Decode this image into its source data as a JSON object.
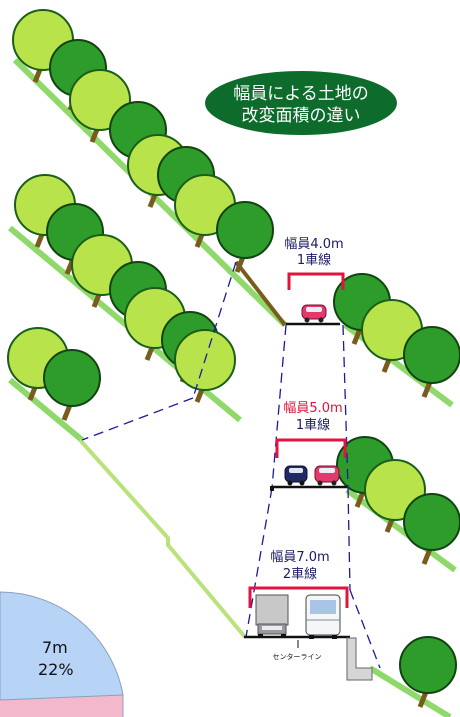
{
  "title": {
    "line1": "幅員による土地の",
    "line2": "改変面積の違い"
  },
  "roads": [
    {
      "width_label": "幅員4.0m",
      "lanes_label": "1車線",
      "label_color": "#1a1a66"
    },
    {
      "width_label": "幅員5.0m",
      "lanes_label": "1車線",
      "label_color": "#e0143c"
    },
    {
      "width_label": "幅員7.0m",
      "lanes_label": "2車線",
      "label_color": "#1a1a66"
    }
  ],
  "center_line_label": "センターライン",
  "pie": {
    "value_label": "7m",
    "percent_label": "22%"
  },
  "colors": {
    "title_bg": "#0d6b2c",
    "tree_light": "#b9e34a",
    "tree_dark": "#2e9c2a",
    "trunk": "#7a5b1e",
    "slope": "#8fd96b",
    "guide_dash": "#1a1aa0",
    "bracket": "#e0143c",
    "pie_blue": "#b7d3f5",
    "pie_pink": "#f4b8cc"
  }
}
